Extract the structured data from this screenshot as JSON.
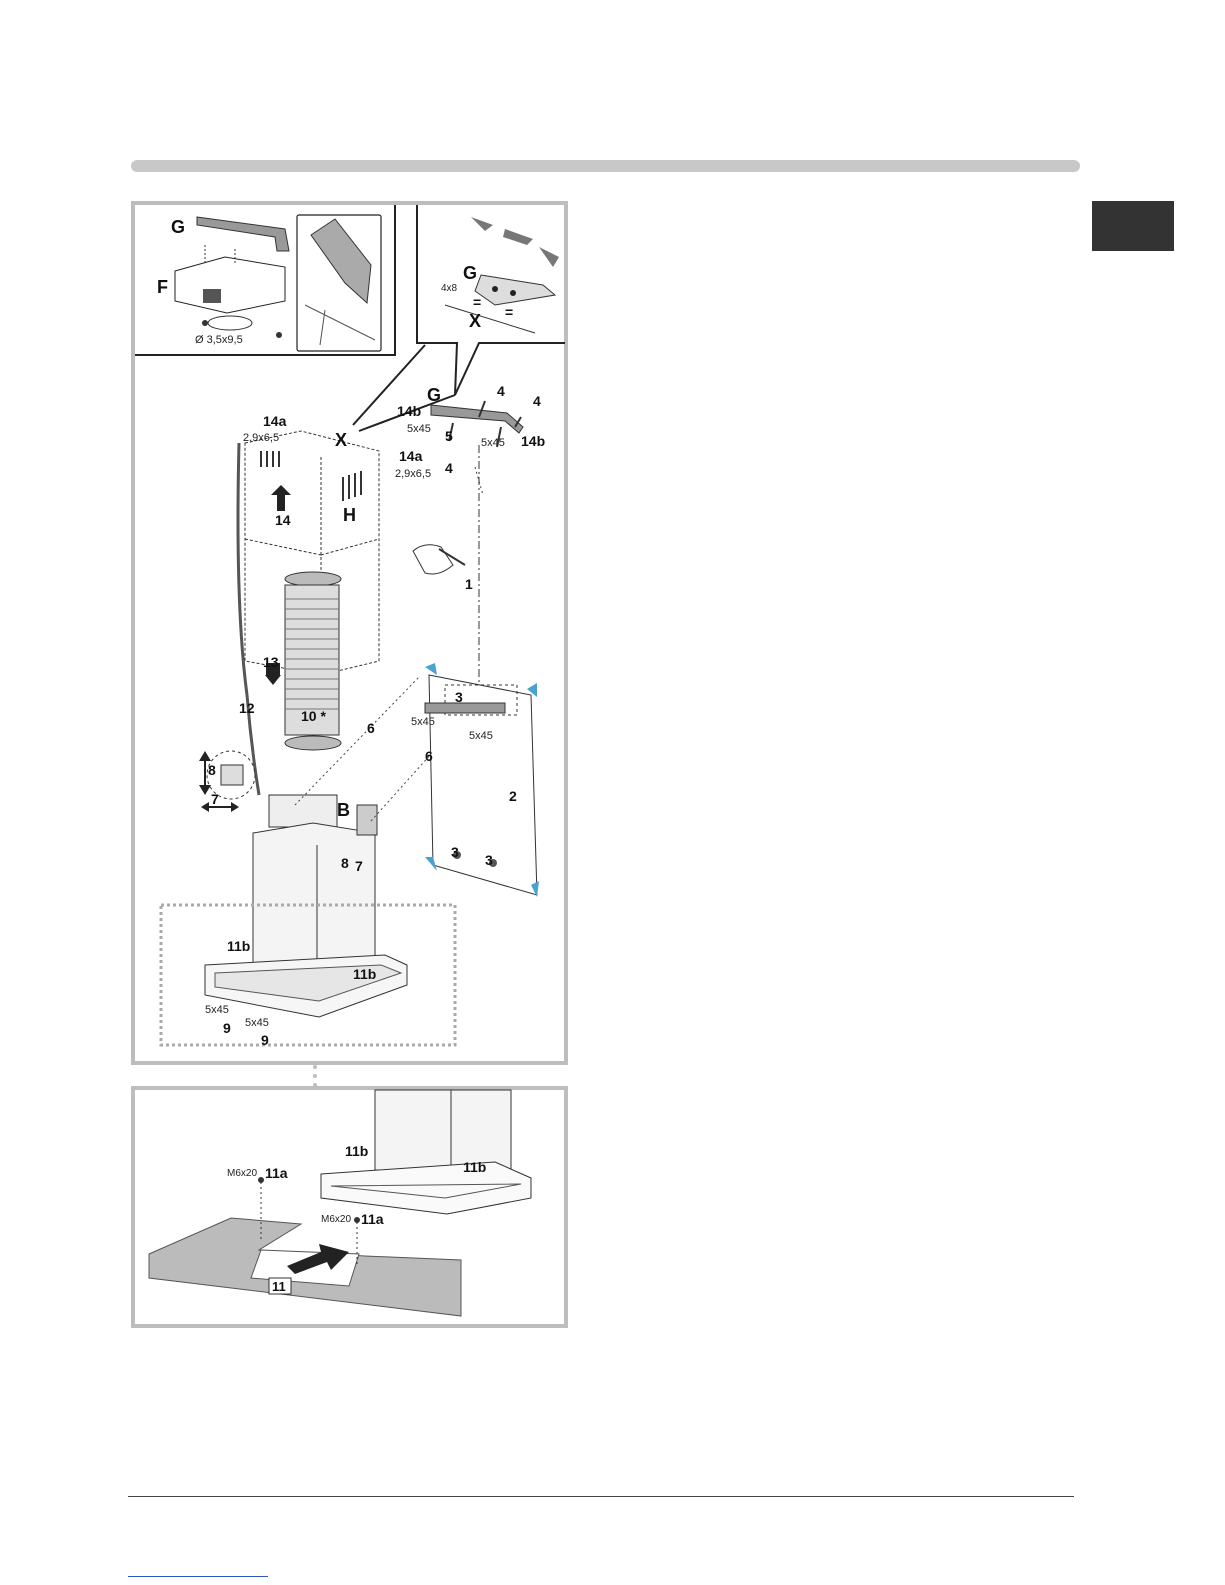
{
  "figure": {
    "detail_top_left": {
      "label_g": "G",
      "label_f": "F",
      "screw_spec": "Ø 3,5x9,5"
    },
    "detail_top_right": {
      "label_g": "G",
      "screw_spec": "4x8",
      "equal_mark": "=",
      "label_x": "X"
    },
    "main": {
      "label_x": "X",
      "label_g": "G",
      "label_h": "H",
      "label_b": "B",
      "label_14a": "14a",
      "label_14b": "14b",
      "label_14": "14",
      "label_13": "13",
      "label_12": "12",
      "label_10": "10 *",
      "label_11b": "11b",
      "label_9": "9",
      "label_8": "8",
      "label_7": "7",
      "label_6": "6",
      "label_5": "5",
      "label_4": "4",
      "label_3": "3",
      "label_2": "2",
      "label_1": "1",
      "spec_29": "2,9x6,5",
      "spec_545": "5x45"
    },
    "bottom": {
      "label_11b": "11b",
      "label_11a": "11a",
      "label_11": "11",
      "spec_m6": "M6x20"
    }
  }
}
